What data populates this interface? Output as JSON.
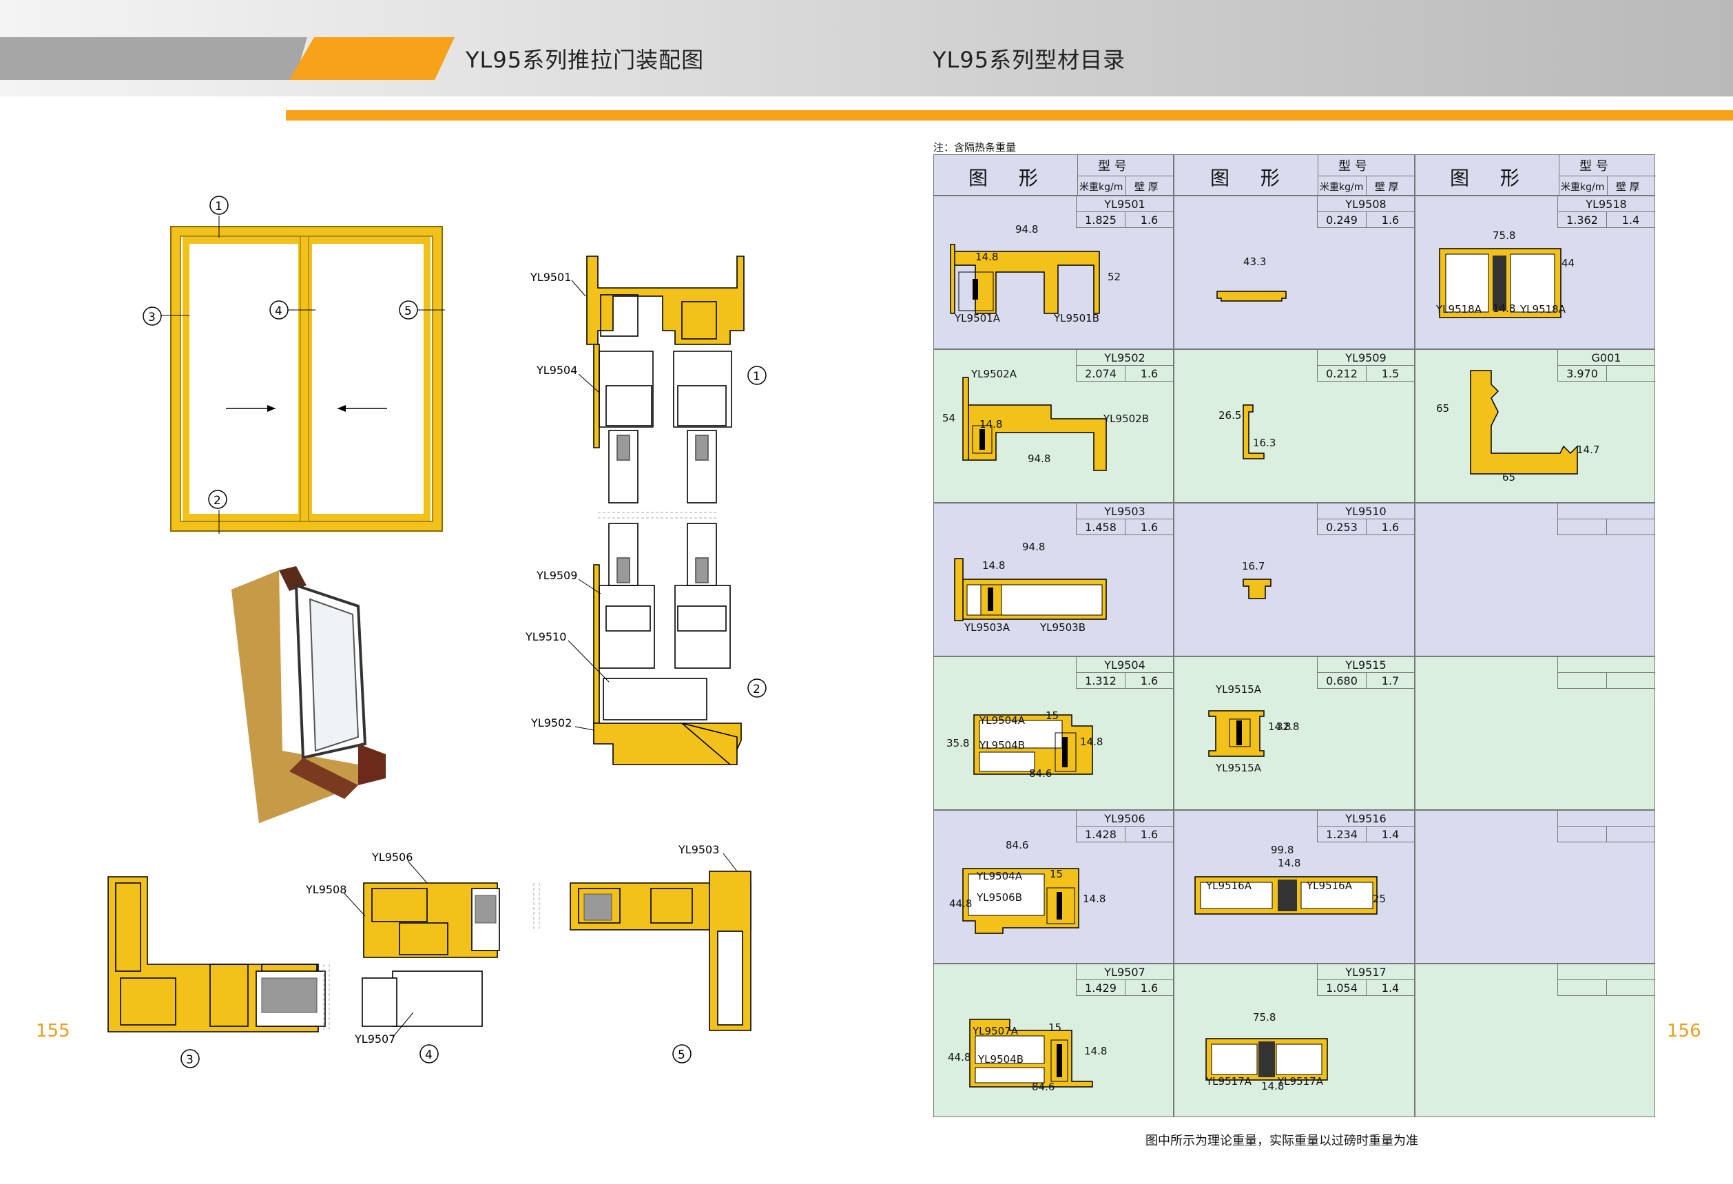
{
  "header": {
    "left_title": "YL95系列推拉门装配图",
    "right_title": "YL95系列型材目录"
  },
  "page_numbers": {
    "left": "155",
    "right": "156"
  },
  "note": "注：含隔热条重量",
  "bottom_note": "图中所示为理论重量，实际重量以过磅时重量为准",
  "table_header": {
    "figure": "图 形",
    "model": "型 号",
    "weight": "米重kg/m",
    "thickness": "壁 厚"
  },
  "profiles": [
    {
      "code": "YL9501",
      "weight": "1.825",
      "thickness": "1.6",
      "labels": [
        "YL9501A",
        "YL9501B"
      ],
      "dims": [
        "94.8",
        "14.8",
        "52"
      ]
    },
    {
      "code": "YL9508",
      "weight": "0.249",
      "thickness": "1.6",
      "labels": [],
      "dims": [
        "43.3"
      ]
    },
    {
      "code": "YL9518",
      "weight": "1.362",
      "thickness": "1.4",
      "labels": [
        "YL9518A",
        "YL9518A"
      ],
      "dims": [
        "75.8",
        "44",
        "14.8"
      ]
    },
    {
      "code": "YL9502",
      "weight": "2.074",
      "thickness": "1.6",
      "labels": [
        "YL9502A",
        "YL9502B"
      ],
      "dims": [
        "54",
        "14.8",
        "94.8"
      ]
    },
    {
      "code": "YL9509",
      "weight": "0.212",
      "thickness": "1.5",
      "labels": [],
      "dims": [
        "26.5",
        "16.3"
      ]
    },
    {
      "code": "G001",
      "weight": "3.970",
      "thickness": "",
      "labels": [],
      "dims": [
        "65",
        "65",
        "14.7"
      ]
    },
    {
      "code": "YL9503",
      "weight": "1.458",
      "thickness": "1.6",
      "labels": [
        "YL9503A",
        "YL9503B"
      ],
      "dims": [
        "94.8",
        "14.8"
      ]
    },
    {
      "code": "YL9510",
      "weight": "0.253",
      "thickness": "1.6",
      "labels": [],
      "dims": [
        "16.7"
      ]
    },
    {
      "code": "",
      "weight": "",
      "thickness": "",
      "labels": [],
      "dims": []
    },
    {
      "code": "YL9504",
      "weight": "1.312",
      "thickness": "1.6",
      "labels": [
        "YL9504A",
        "YL9504B"
      ],
      "dims": [
        "35.8",
        "15",
        "14.8",
        "84.6"
      ]
    },
    {
      "code": "YL9515",
      "weight": "0.680",
      "thickness": "1.7",
      "labels": [
        "YL9515A",
        "YL9515A"
      ],
      "dims": [
        "14.8",
        "32.8"
      ]
    },
    {
      "code": "",
      "weight": "",
      "thickness": "",
      "labels": [],
      "dims": []
    },
    {
      "code": "YL9506",
      "weight": "1.428",
      "thickness": "1.6",
      "labels": [
        "YL9504A",
        "YL9506B"
      ],
      "dims": [
        "84.6",
        "44.8",
        "15",
        "14.8"
      ]
    },
    {
      "code": "YL9516",
      "weight": "1.234",
      "thickness": "1.4",
      "labels": [
        "YL9516A",
        "YL9516A"
      ],
      "dims": [
        "99.8",
        "14.8",
        "25"
      ]
    },
    {
      "code": "",
      "weight": "",
      "thickness": "",
      "labels": [],
      "dims": []
    },
    {
      "code": "YL9507",
      "weight": "1.429",
      "thickness": "1.6",
      "labels": [
        "YL9507A",
        "YL9504B"
      ],
      "dims": [
        "44.8",
        "15",
        "14.8",
        "84.6"
      ]
    },
    {
      "code": "YL9517",
      "weight": "1.054",
      "thickness": "1.4",
      "labels": [
        "YL9517A",
        "YL9517A"
      ],
      "dims": [
        "75.8",
        "14.8"
      ]
    },
    {
      "code": "",
      "weight": "",
      "thickness": "",
      "labels": [],
      "dims": []
    }
  ],
  "assembly": {
    "frame_markers": [
      "1",
      "2",
      "3",
      "4",
      "5"
    ],
    "vertical_callouts": [
      "YL9501",
      "YL9504",
      "YL9509",
      "YL9510",
      "YL9502"
    ],
    "horizontal_callouts": [
      "YL9506",
      "YL9508",
      "YL9503",
      "YL9507"
    ],
    "section_markers": [
      "1",
      "2",
      "3",
      "4",
      "5"
    ]
  },
  "colors": {
    "accent": "#f7a218",
    "profile": "#f2c21b",
    "lavender": "#d9dbee",
    "mint": "#dbefe1"
  }
}
